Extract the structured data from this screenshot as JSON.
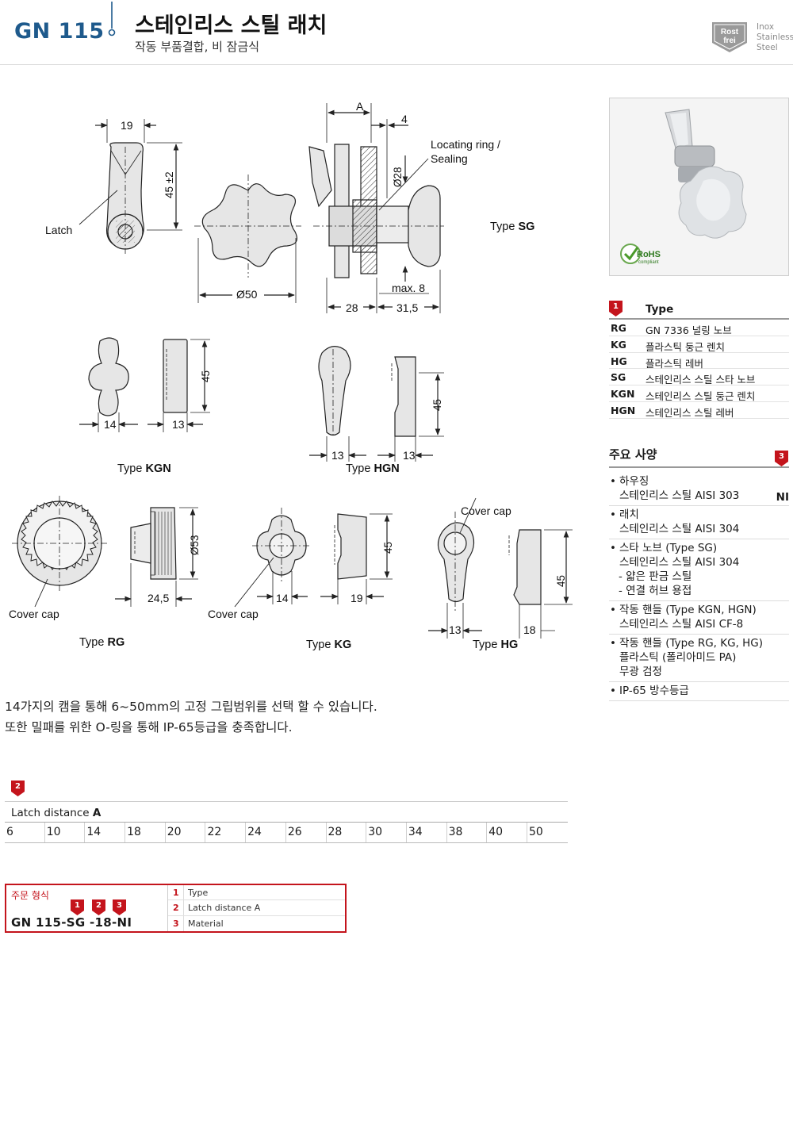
{
  "header": {
    "code": "GN 115",
    "title": "스테인리스 스틸 래치",
    "subtitle": "작동 부품결합, 비 잠금식",
    "badge_lines": [
      "Inox",
      "Stainless",
      "Steel"
    ],
    "badge_logo": [
      "Rost",
      "frei"
    ]
  },
  "drawings": {
    "labels": {
      "dim_19": "19",
      "dim_45pm2": "45 ±2",
      "latch": "Latch",
      "dim_50": "Ø50",
      "dim_A": "A",
      "dim_4": "4",
      "locating_ring_1": "Locating ring /",
      "locating_ring_2": "Sealing",
      "dim_28d": "Ø28",
      "type_sg": [
        "Type ",
        "SG"
      ],
      "max8": "max. 8",
      "dim_28": "28",
      "dim_315": "31,5",
      "kgn_14": "14",
      "kgn_13": "13",
      "kgn_45": "45",
      "type_kgn": [
        "Type ",
        "KGN"
      ],
      "hgn_13a": "13",
      "hgn_13b": "13",
      "hgn_45": "45",
      "type_hgn": [
        "Type ",
        "HGN"
      ],
      "rg_53": "Ø53",
      "rg_245": "24,5",
      "rg_cover": "Cover cap",
      "type_rg": [
        "Type ",
        "RG"
      ],
      "kg_cover": "Cover cap",
      "kg_14": "14",
      "kg_19": "19",
      "kg_45": "45",
      "type_kg": [
        "Type ",
        "KG"
      ],
      "hg_cover": "Cover cap",
      "hg_45": "45",
      "hg_13": "13",
      "hg_18": "18",
      "type_hg": [
        "Type ",
        "HG"
      ]
    },
    "rohs": [
      "RoHS",
      "compliant"
    ]
  },
  "types": {
    "marker": "1",
    "title": "Type",
    "rows": [
      {
        "code": "RG",
        "desc": "GN 7336 널링 노브"
      },
      {
        "code": "KG",
        "desc": "플라스틱 둥근 렌치"
      },
      {
        "code": "HG",
        "desc": "플라스틱 레버"
      },
      {
        "code": "SG",
        "desc": "스테인리스 스틸 스타 노브"
      },
      {
        "code": "KGN",
        "desc": "스테인리스 스틸 둥근 렌치"
      },
      {
        "code": "HGN",
        "desc": "스테인리스 스틸 레버"
      }
    ]
  },
  "specs": {
    "title": "주요 사양",
    "marker": "3",
    "items": [
      {
        "lines": [
          "하우징",
          "스테인리스 스틸 AISI 303"
        ],
        "tag": "NI"
      },
      {
        "lines": [
          "래치",
          "스테인리스 스틸 AISI 304"
        ]
      },
      {
        "lines": [
          "스타 노브 (Type SG)",
          "스테인리스 스틸 AISI 304"
        ],
        "subs": [
          "- 얇은 판금 스틸",
          "- 연결 허브 용접"
        ]
      },
      {
        "lines": [
          "작동 핸들 (Type KGN, HGN)",
          "스테인리스 스틸 AISI CF-8"
        ]
      },
      {
        "lines": [
          "작동 핸들 (Type RG, KG, HG)",
          "플라스틱 (폴리아미드 PA)",
          "무광 검정"
        ]
      },
      {
        "lines": [
          "IP-65 방수등급"
        ]
      }
    ]
  },
  "description": [
    "14가지의 캠을 통해 6~50mm의 고정 그립범위를 선택 할 수 있습니다.",
    "또한 밀패를 위한 O-링을 통해 IP-65등급을 충족합니다."
  ],
  "latch_distance": {
    "marker": "2",
    "title": "Latch distance ",
    "title_bold": "A",
    "values": [
      "6",
      "10",
      "14",
      "18",
      "20",
      "22",
      "24",
      "26",
      "28",
      "30",
      "34",
      "38",
      "40",
      "50"
    ]
  },
  "order": {
    "title": "주문 형식",
    "markers": [
      "1",
      "2",
      "3"
    ],
    "code": "GN 115-SG -18-NI",
    "legend": [
      {
        "n": "1",
        "label": "Type"
      },
      {
        "n": "2",
        "label": "Latch distance A"
      },
      {
        "n": "3",
        "label": "Material"
      }
    ]
  },
  "colors": {
    "brand_blue": "#1e5a8c",
    "accent_red": "#c4141c"
  }
}
